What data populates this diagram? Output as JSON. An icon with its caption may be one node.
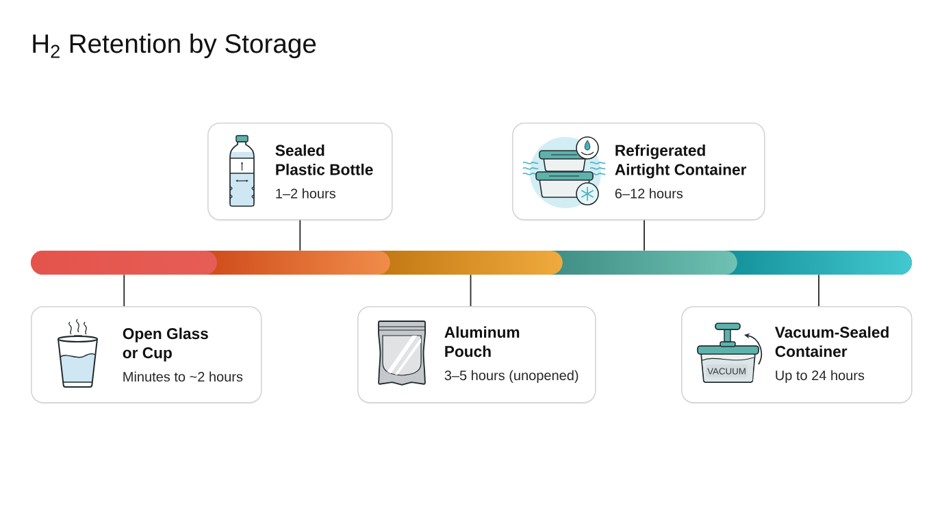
{
  "diagram": {
    "title": "H$_{2}$ Retention by Storage",
    "nodes": [
      {
        "text": [
          "Sealed Plastic Bottle",
          "1–2 hours"
        ]
      },
      {
        "text": [
          "Refrigerated Airtight Container",
          "6–12 hours"
        ]
      },
      {
        "text": [],
        "shape": "bar"
      },
      {
        "text": [],
        "shape": "bar"
      },
      {
        "text": [],
        "shape": "bar"
      },
      {
        "text": [],
        "shape": "bar"
      },
      {
        "text": [],
        "shape": "bar"
      },
      {
        "text": [
          "Open Glass or Cup",
          "Minutes to ~2 hours"
        ]
      },
      {
        "text": [
          "Aluminum Pouch",
          "3–5 hours (unopened)"
        ]
      },
      {
        "text": [
          "Vacuum-Sealed Container",
          "Up to 24 hours"
        ]
      }
    ],
    "edges": [
      {
        "from": 0,
        "to": 3,
        "arrow": "none"
      },
      {
        "from": 1,
        "to": 5,
        "arrow": "none"
      },
      {
        "from": 7,
        "to": 2,
        "arrow": "none"
      },
      {
        "from": 8,
        "to": 4,
        "arrow": "none"
      },
      {
        "from": 9,
        "to": 6,
        "arrow": "none"
      }
    ],
    "labels": [
      "VACUUM"
    ]
  }
}
